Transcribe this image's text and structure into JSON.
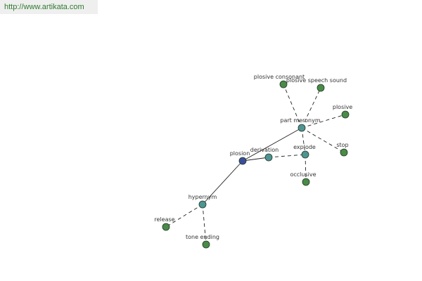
{
  "banner": {
    "url": "http://www.artikata.com"
  },
  "colors": {
    "center": "#3c4e9b",
    "relation": "#4f9494",
    "leaf": "#4a8a4a"
  },
  "graph": {
    "nodes": [
      {
        "id": "plosion",
        "label": "plosion",
        "kind": "center"
      },
      {
        "id": "derivation",
        "label": "derivation",
        "kind": "relation"
      },
      {
        "id": "part-meronym",
        "label": "part meronym",
        "kind": "relation"
      },
      {
        "id": "hypernym",
        "label": "hypernym",
        "kind": "relation"
      },
      {
        "id": "explode",
        "label": "explode",
        "kind": "relation"
      },
      {
        "id": "plosive-consonant",
        "label": "plosive consonant",
        "kind": "leaf"
      },
      {
        "id": "plosive-speech-sound",
        "label": "plosive speech sound",
        "kind": "leaf"
      },
      {
        "id": "plosive",
        "label": "plosive",
        "kind": "leaf"
      },
      {
        "id": "stop",
        "label": "stop",
        "kind": "leaf"
      },
      {
        "id": "occlusive",
        "label": "occlusive",
        "kind": "leaf"
      },
      {
        "id": "release",
        "label": "release",
        "kind": "leaf"
      },
      {
        "id": "tone-ending",
        "label": "tone ending",
        "kind": "leaf"
      }
    ],
    "edges": [
      {
        "from": "plosion",
        "to": "derivation",
        "style": "solid"
      },
      {
        "from": "plosion",
        "to": "part-meronym",
        "style": "solid"
      },
      {
        "from": "plosion",
        "to": "hypernym",
        "style": "solid"
      },
      {
        "from": "derivation",
        "to": "explode",
        "style": "dashed"
      },
      {
        "from": "explode",
        "to": "occlusive",
        "style": "dashed"
      },
      {
        "from": "part-meronym",
        "to": "plosive-consonant",
        "style": "dashed"
      },
      {
        "from": "part-meronym",
        "to": "plosive-speech-sound",
        "style": "dashed"
      },
      {
        "from": "part-meronym",
        "to": "plosive",
        "style": "dashed"
      },
      {
        "from": "part-meronym",
        "to": "stop",
        "style": "dashed"
      },
      {
        "from": "part-meronym",
        "to": "explode",
        "style": "dashed"
      },
      {
        "from": "hypernym",
        "to": "release",
        "style": "dashed"
      },
      {
        "from": "hypernym",
        "to": "tone-ending",
        "style": "dashed"
      }
    ]
  }
}
